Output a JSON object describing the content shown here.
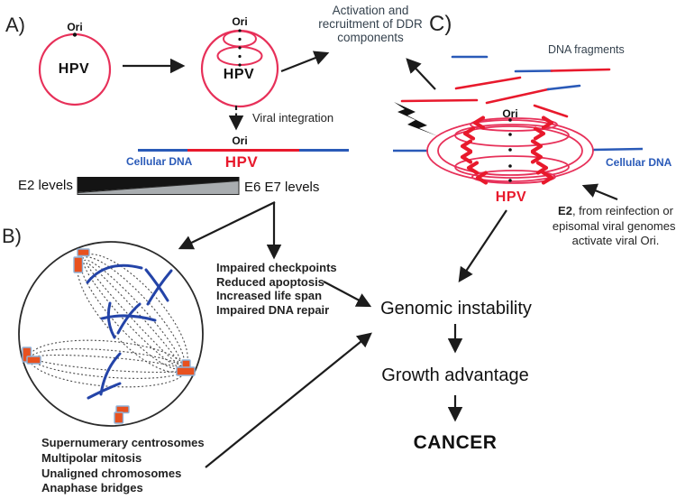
{
  "labels": {
    "a": "A)",
    "b": "B)",
    "c": "C)"
  },
  "panel_a": {
    "episome": {
      "ori": "Ori",
      "hpv": "HPV"
    },
    "replicating": {
      "ori": "Ori",
      "hpv": "HPV"
    },
    "viral_integration": "Viral integration",
    "integrated": {
      "ori": "Ori",
      "cellular_dna": "Cellular DNA",
      "hpv": "HPV"
    },
    "e2_levels": "E2 levels",
    "e6_e7_levels": "E6 E7 levels"
  },
  "ddr": {
    "lines": [
      "Activation and",
      "recruitment of DDR",
      "components"
    ]
  },
  "panel_b": {
    "effects": [
      "Impaired checkpoints",
      "Reduced apoptosis",
      "Increased life span",
      "Impaired DNA repair"
    ],
    "features": [
      "Supernumerary centrosomes",
      "Multipolar mitosis",
      "Unaligned chromosomes",
      "Anaphase bridges"
    ]
  },
  "panel_c": {
    "dna_fragments": "DNA fragments",
    "ori": "Ori",
    "hpv": "HPV",
    "cellular_dna": "Cellular DNA",
    "e2_note": {
      "bold": "E2",
      "rest": ", from reinfection or",
      "line2": "episomal viral genomes,",
      "line3": "activate viral Ori."
    }
  },
  "outcomes": {
    "genomic_instability": "Genomic instability",
    "growth_advantage": "Growth advantage",
    "cancer": "CANCER"
  },
  "colors": {
    "crimson": "#e73059",
    "red": "#e8192c",
    "blue": "#2a5ab8",
    "chromosome": "#2444a8",
    "centrosome": "#e8511f",
    "centrosome_border": "#8fb3d9",
    "gray_wedge": "#a9adb0",
    "ink": "#1c1c1c",
    "slate": "#35424e"
  }
}
